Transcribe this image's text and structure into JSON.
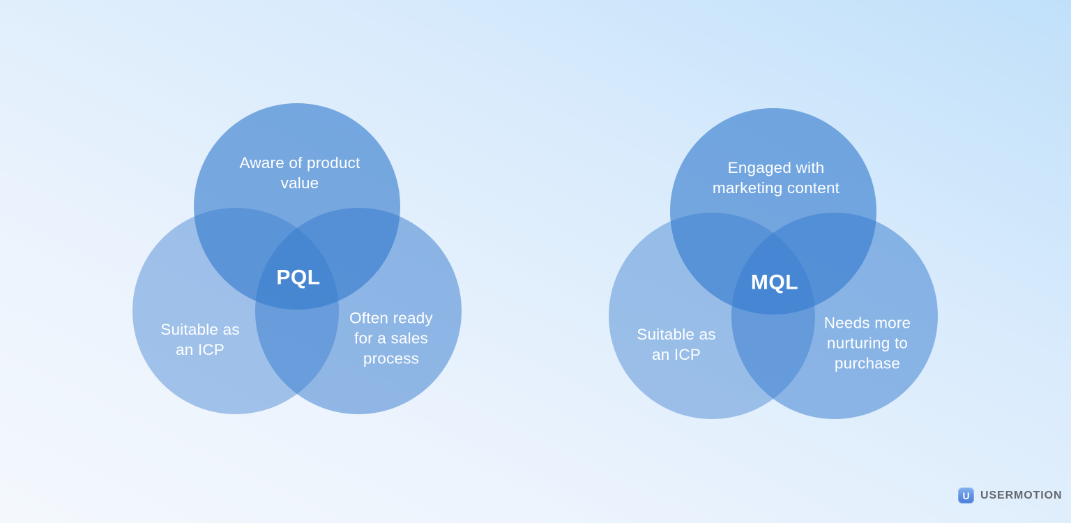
{
  "diagrams": [
    {
      "id": "pql-venn",
      "center": "PQL",
      "top": "Aware of product\nvalue",
      "left": "Suitable as\nan ICP",
      "right": "Often ready\nfor a sales\nprocess"
    },
    {
      "id": "mql-venn",
      "center": "MQL",
      "top": "Engaged with\nmarketing content",
      "left": "Suitable as\nan ICP",
      "right": "Needs more\nnurturing to\npurchase"
    }
  ],
  "branding": {
    "logo_letter": "U",
    "brand_name": "USERMOTION"
  },
  "colors": {
    "circle_blue": "#347ACD",
    "center_overlap": "#3B7ECB",
    "label_text": "#FFFFFF",
    "background_top_right": "#C3E2FA",
    "background_bottom_left": "#F4F8FD",
    "brand_text": "#63686F",
    "logo_gradient_top": "#85B2EF",
    "logo_gradient_bottom": "#4B80D8"
  }
}
